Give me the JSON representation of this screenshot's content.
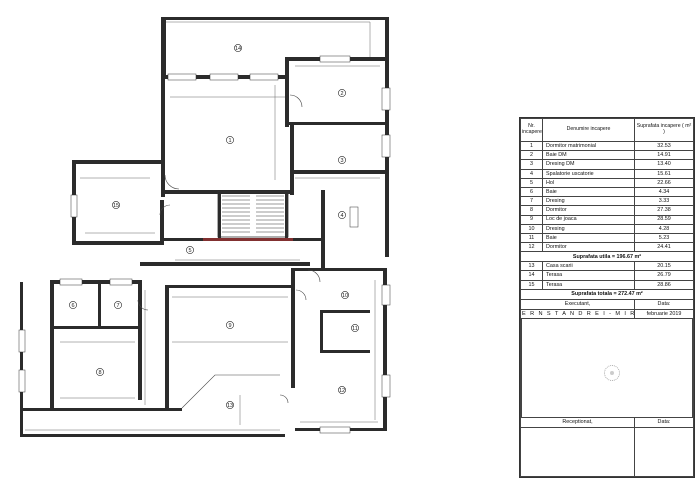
{
  "legend": {
    "headers": {
      "nr": "Nr. incapere",
      "name": "Denumire incapere",
      "area": "Suprafata incapere ( m² )"
    },
    "rooms": [
      {
        "nr": "1",
        "name": "Dormitor matrimonial",
        "area": "32.53"
      },
      {
        "nr": "2",
        "name": "Baie DM",
        "area": "14.91"
      },
      {
        "nr": "3",
        "name": "Dresing DM",
        "area": "13.40"
      },
      {
        "nr": "4",
        "name": "Spalatorie uscatorie",
        "area": "15.61"
      },
      {
        "nr": "5",
        "name": "Hol",
        "area": "22.66"
      },
      {
        "nr": "6",
        "name": "Baie",
        "area": "4.34"
      },
      {
        "nr": "7",
        "name": "Dresing",
        "area": "3.33"
      },
      {
        "nr": "8",
        "name": "Dormitor",
        "area": "27.38"
      },
      {
        "nr": "9",
        "name": "Loc de joaca",
        "area": "28.59"
      },
      {
        "nr": "10",
        "name": "Dresing",
        "area": "4.28"
      },
      {
        "nr": "11",
        "name": "Baie",
        "area": "5.23"
      },
      {
        "nr": "12",
        "name": "Dormitor",
        "area": "24.41"
      }
    ],
    "useful_total": "Suprafata utila = 196.67 m²",
    "extra": [
      {
        "nr": "13",
        "name": "Casa scarii",
        "area": "20.15"
      },
      {
        "nr": "14",
        "name": "Terasa",
        "area": "26.79"
      },
      {
        "nr": "15",
        "name": "Terasa",
        "area": "28.86"
      }
    ],
    "grand_total": "Suprafata totala = 272.47 m²",
    "executant_label": "Executant,",
    "date_label": "Data:",
    "executant_name": "E R N S T   A N D R E I - M I R C E A",
    "date_value": "februarie 2019",
    "receptionat_label": "Receptionat,",
    "date_label_2": "Data:"
  },
  "plan": {
    "room_labels": [
      "1",
      "2",
      "3",
      "4",
      "5",
      "6",
      "7",
      "8",
      "9",
      "10",
      "11",
      "12",
      "13",
      "14",
      "15"
    ]
  }
}
